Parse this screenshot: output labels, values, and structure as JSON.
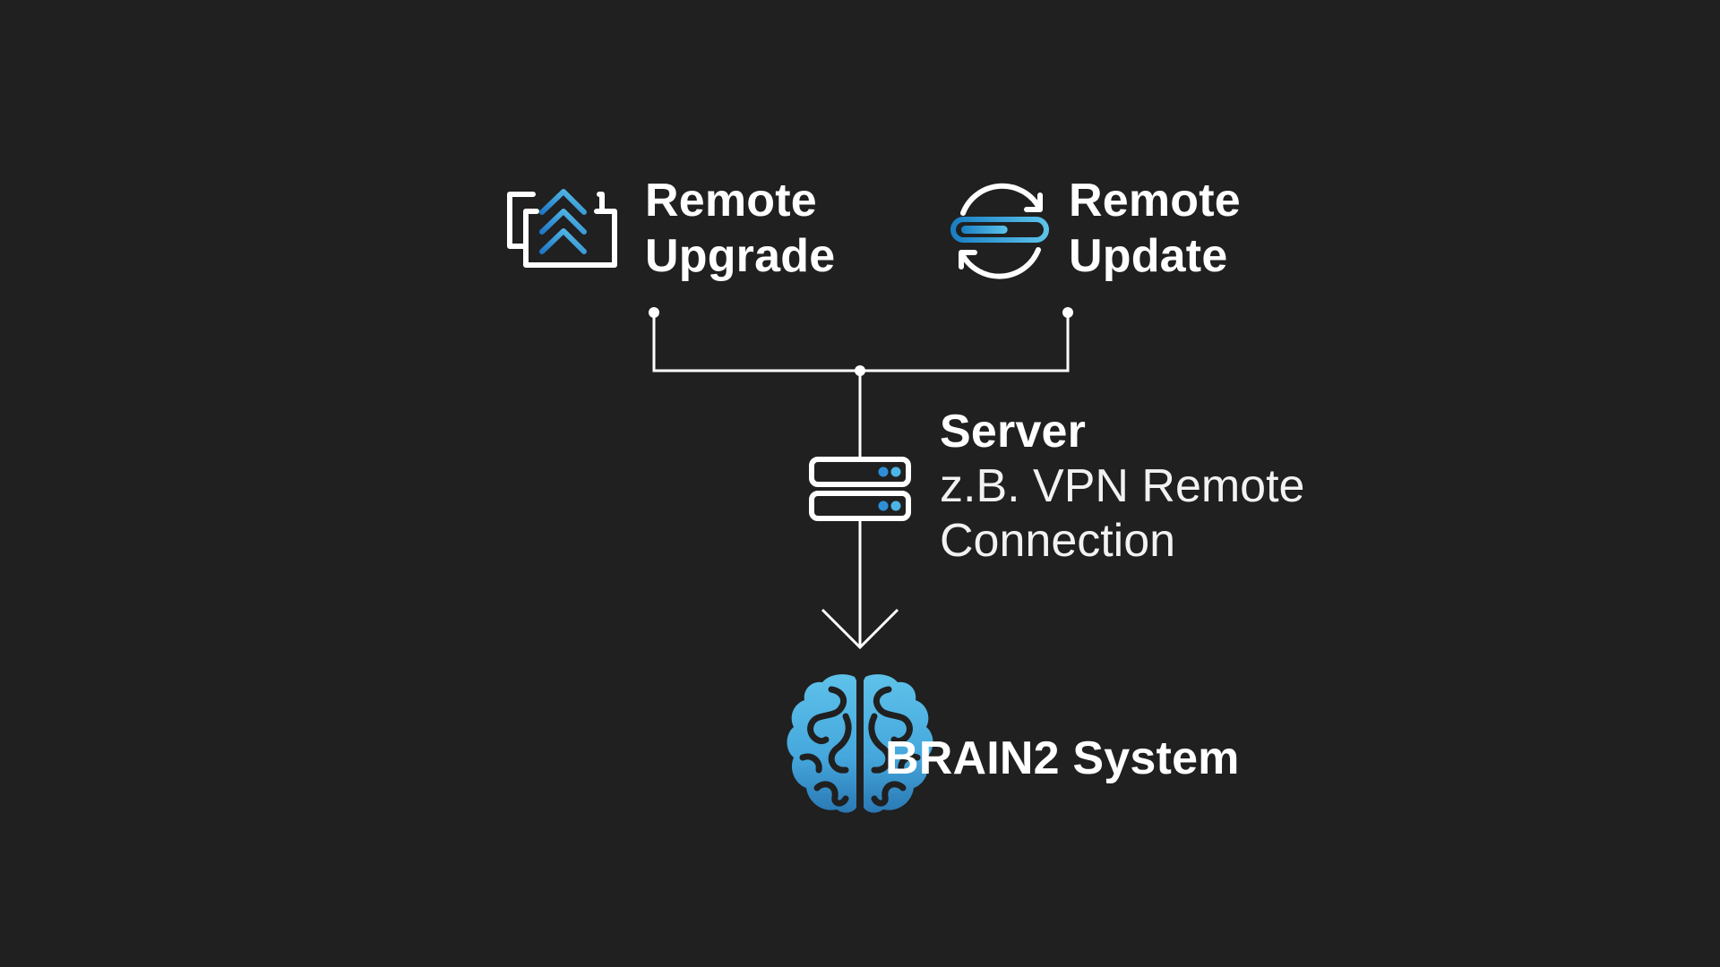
{
  "diagram": {
    "nodes": {
      "remote_upgrade": {
        "icon": "upgrade-stack-icon",
        "label_lines": [
          "Remote",
          "Upgrade"
        ]
      },
      "remote_update": {
        "icon": "sync-progress-icon",
        "label_lines": [
          "Remote",
          "Update"
        ],
        "progress_fraction": 0.55
      },
      "server": {
        "icon": "server-icon",
        "title": "Server",
        "subtitle_lines": [
          "z.B. VPN Remote",
          "Connection"
        ]
      },
      "brain2_system": {
        "icon": "brain-icon",
        "label": "BRAIN2 System"
      }
    },
    "edges": [
      {
        "from": "remote_upgrade",
        "to": "junction"
      },
      {
        "from": "remote_update",
        "to": "junction"
      },
      {
        "from": "junction",
        "to": "server"
      },
      {
        "from": "server",
        "to": "brain2_system",
        "arrow": true
      }
    ],
    "colors": {
      "background": "#202020",
      "foreground": "#ffffff",
      "accent_light": "#5cc3ea",
      "accent_dark": "#1f78c6"
    }
  }
}
